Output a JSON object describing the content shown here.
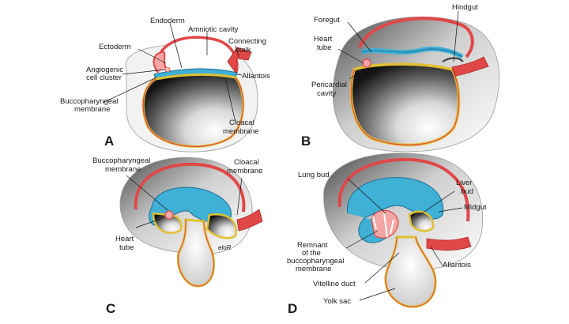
{
  "panels": {
    "a": {
      "letter": "A",
      "labels": {
        "endoderm": "Endoderm",
        "amniotic": "Amniotic cavity",
        "ectoderm": "Ectoderm",
        "connecting1": "Connecting",
        "connecting2": "stalk",
        "angio1": "Angiogenic",
        "angio2": "cell cluster",
        "allantois": "Allantois",
        "bucco1": "Buccopharyngeal",
        "bucco2": "membrane",
        "cloacal1": "Cloacal",
        "cloacal2": "membrane"
      }
    },
    "b": {
      "letter": "B",
      "labels": {
        "foregut": "Foregut",
        "hindgut": "Hindgut",
        "heart1": "Heart",
        "heart2": "tube",
        "peri1": "Pericardial",
        "peri2": "cavity"
      }
    },
    "c": {
      "letter": "C",
      "labels": {
        "bucco1": "Buccopharyngeal",
        "bucco2": "membrane",
        "cloacal1": "Cloacal",
        "cloacal2": "membrane",
        "heart1": "Heart",
        "heart2": "tube",
        "signature": "eloR"
      }
    },
    "d": {
      "letter": "D",
      "labels": {
        "lungbud": "Lung bud",
        "liver1": "Liver",
        "liver2": "bud",
        "midgut": "Midgut",
        "remnant1": "Remnant",
        "remnant2": "of the",
        "remnant3": "buccopharyngeal",
        "remnant4": "membrane",
        "allantois": "Allantois",
        "vitelline": "Vitelline duct",
        "yolksac": "Yolk sac"
      }
    }
  }
}
